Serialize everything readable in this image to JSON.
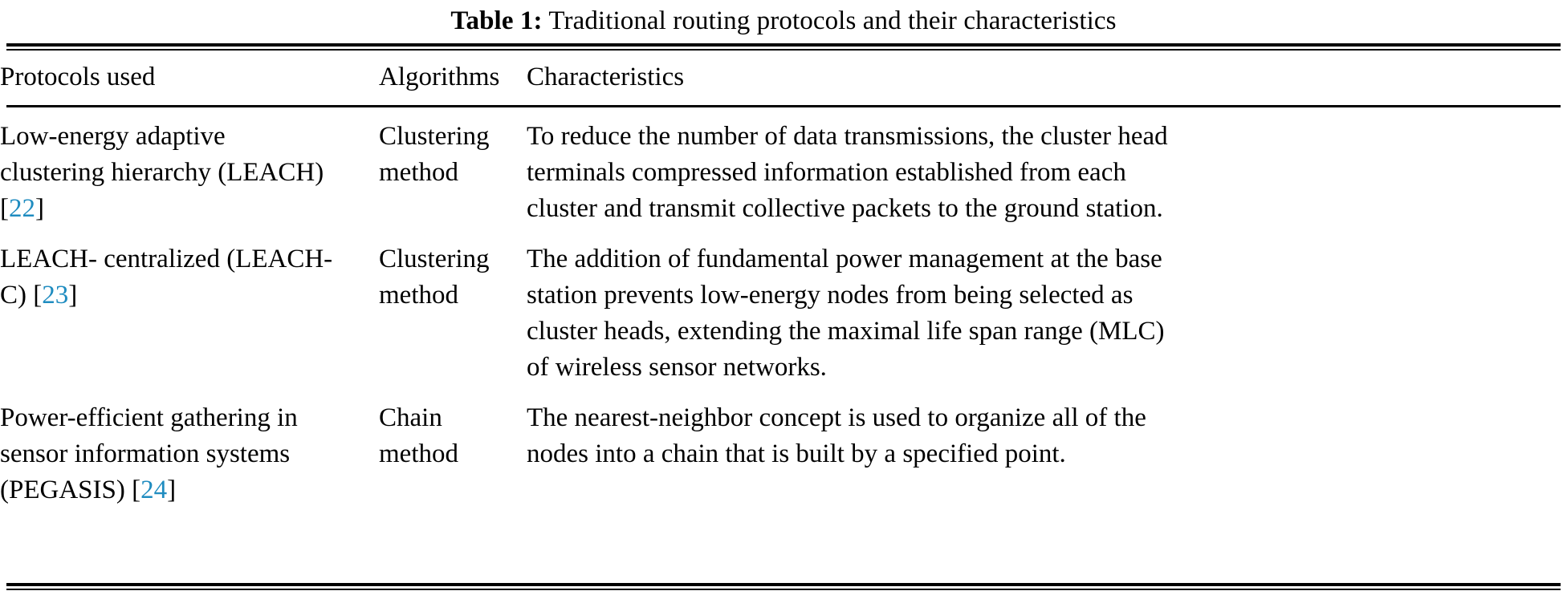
{
  "caption": {
    "label": "Table 1:",
    "text": "Traditional routing protocols and their characteristics"
  },
  "colors": {
    "citation_link": "#1f8cc0",
    "text": "#000000",
    "rule": "#000000",
    "background": "#ffffff"
  },
  "table": {
    "columns": [
      {
        "key": "protocol",
        "header": "Protocols used"
      },
      {
        "key": "algorithm",
        "header": "Algorithms"
      },
      {
        "key": "characteristic",
        "header": "Characteristics"
      }
    ],
    "rows": [
      {
        "protocol_lines": [
          "Low-energy adaptive",
          "clustering hierarchy (LEACH)"
        ],
        "protocol_citation_open": "[",
        "protocol_citation": "22",
        "protocol_citation_close": "]",
        "algorithm_lines": [
          "Clustering",
          "method"
        ],
        "characteristic_lines": [
          "To reduce the number of data transmissions, the cluster head",
          "terminals compressed information established from each",
          "cluster and transmit collective packets to the ground station."
        ]
      },
      {
        "protocol_lines": [
          "LEACH- centralized (LEACH-",
          "C) "
        ],
        "protocol_citation_open": "[",
        "protocol_citation": "23",
        "protocol_citation_close": "]",
        "algorithm_lines": [
          "Clustering",
          "method"
        ],
        "characteristic_lines": [
          "The addition of fundamental power management at the base",
          "station prevents low-energy nodes from being selected as",
          "cluster heads, extending the maximal life span range (MLC)",
          "of wireless sensor networks."
        ]
      },
      {
        "protocol_lines": [
          "Power-efficient gathering in",
          "sensor information systems",
          "(PEGASIS) "
        ],
        "protocol_citation_open": "[",
        "protocol_citation": "24",
        "protocol_citation_close": "]",
        "algorithm_lines": [
          "Chain",
          "method"
        ],
        "characteristic_lines": [
          "The nearest-neighbor concept is used to organize all of the",
          "nodes into a chain that is built by a specified point."
        ]
      }
    ]
  }
}
